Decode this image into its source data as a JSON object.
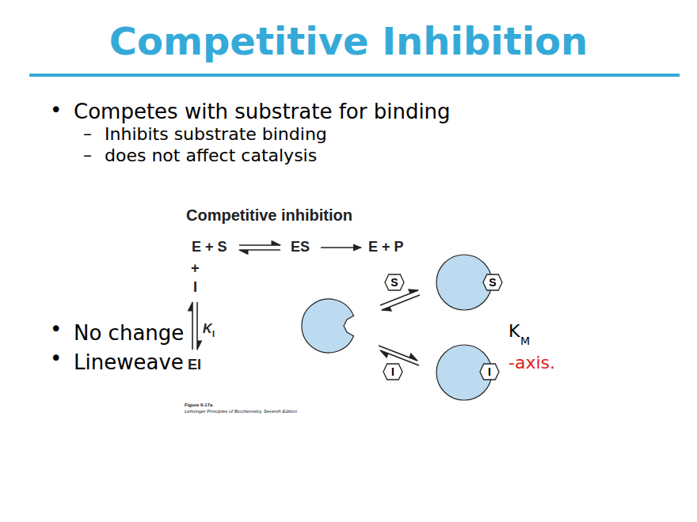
{
  "diagram": {
    "title": "Competitive Inhibition",
    "nodes": [
      {
        "text": [
          "S"
        ]
      },
      {
        "text": [
          "S"
        ]
      },
      {
        "text": [
          "I"
        ]
      },
      {
        "text": [
          "I"
        ]
      }
    ],
    "labels": [
      "•",
      "Competes with substrate for binding",
      "–",
      "Inhibits substrate binding",
      "–",
      "does not affect catalysis",
      "Competitive inhibition",
      "E + S",
      "ES",
      "E + P",
      "+",
      "I",
      "K",
      "I",
      "EI",
      "•",
      "No change",
      "K",
      "M",
      "•",
      "Lineweave",
      "-axis.",
      "Figure 6-17a",
      "Lehninger Principles of Biochemistry, Seventh Edition"
    ]
  }
}
